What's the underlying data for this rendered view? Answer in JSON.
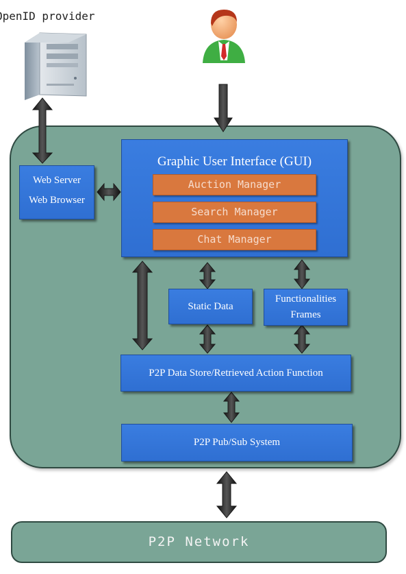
{
  "provider": {
    "label": "OpenID provider"
  },
  "web": {
    "line1": "Web Server",
    "line2": "Web Browser"
  },
  "gui": {
    "title": "Graphic User Interface  (GUI)",
    "managers": [
      "Auction Manager",
      "Search Manager",
      "Chat Manager"
    ]
  },
  "static_data": "Static Data",
  "functionalities": {
    "line1": "Functionalities",
    "line2": "Frames"
  },
  "data_store": "P2P Data Store/Retrieved Action Function",
  "pubsub": "P2P Pub/Sub System",
  "network": "P2P Network",
  "colors": {
    "container": "#7aa596",
    "box_blue": "#2f6fd2",
    "manager_orange": "#d9783e",
    "arrow": "#2b2b2b"
  }
}
